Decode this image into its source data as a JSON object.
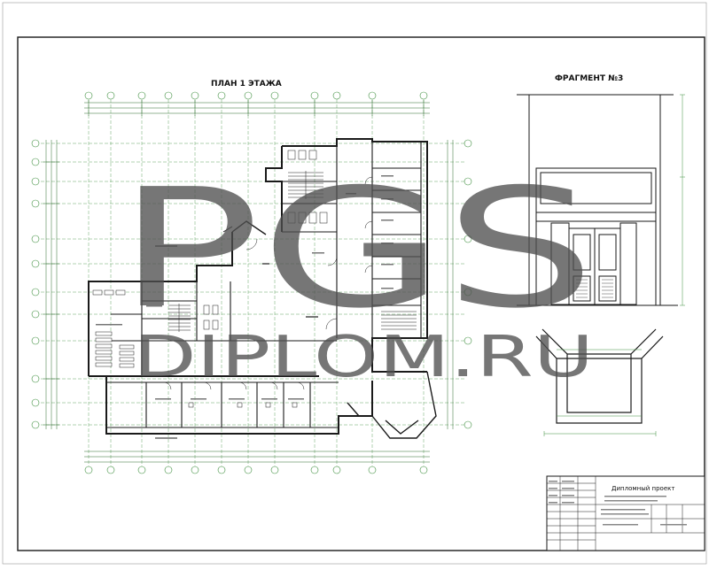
{
  "sheet": {
    "plan_title": "ПЛАН 1 ЭТАЖА",
    "fragment_title": "ФРАГМЕНТ №3"
  },
  "watermark": {
    "line1": "PGS",
    "line2": "DIPLOM.RU"
  },
  "title_block": {
    "project_title": "Дипломный проект"
  },
  "colors": {
    "line": "#1a1a1a",
    "grid": "#3f8f3f",
    "dim": "#2a6a2a",
    "watermark": "#555555"
  }
}
